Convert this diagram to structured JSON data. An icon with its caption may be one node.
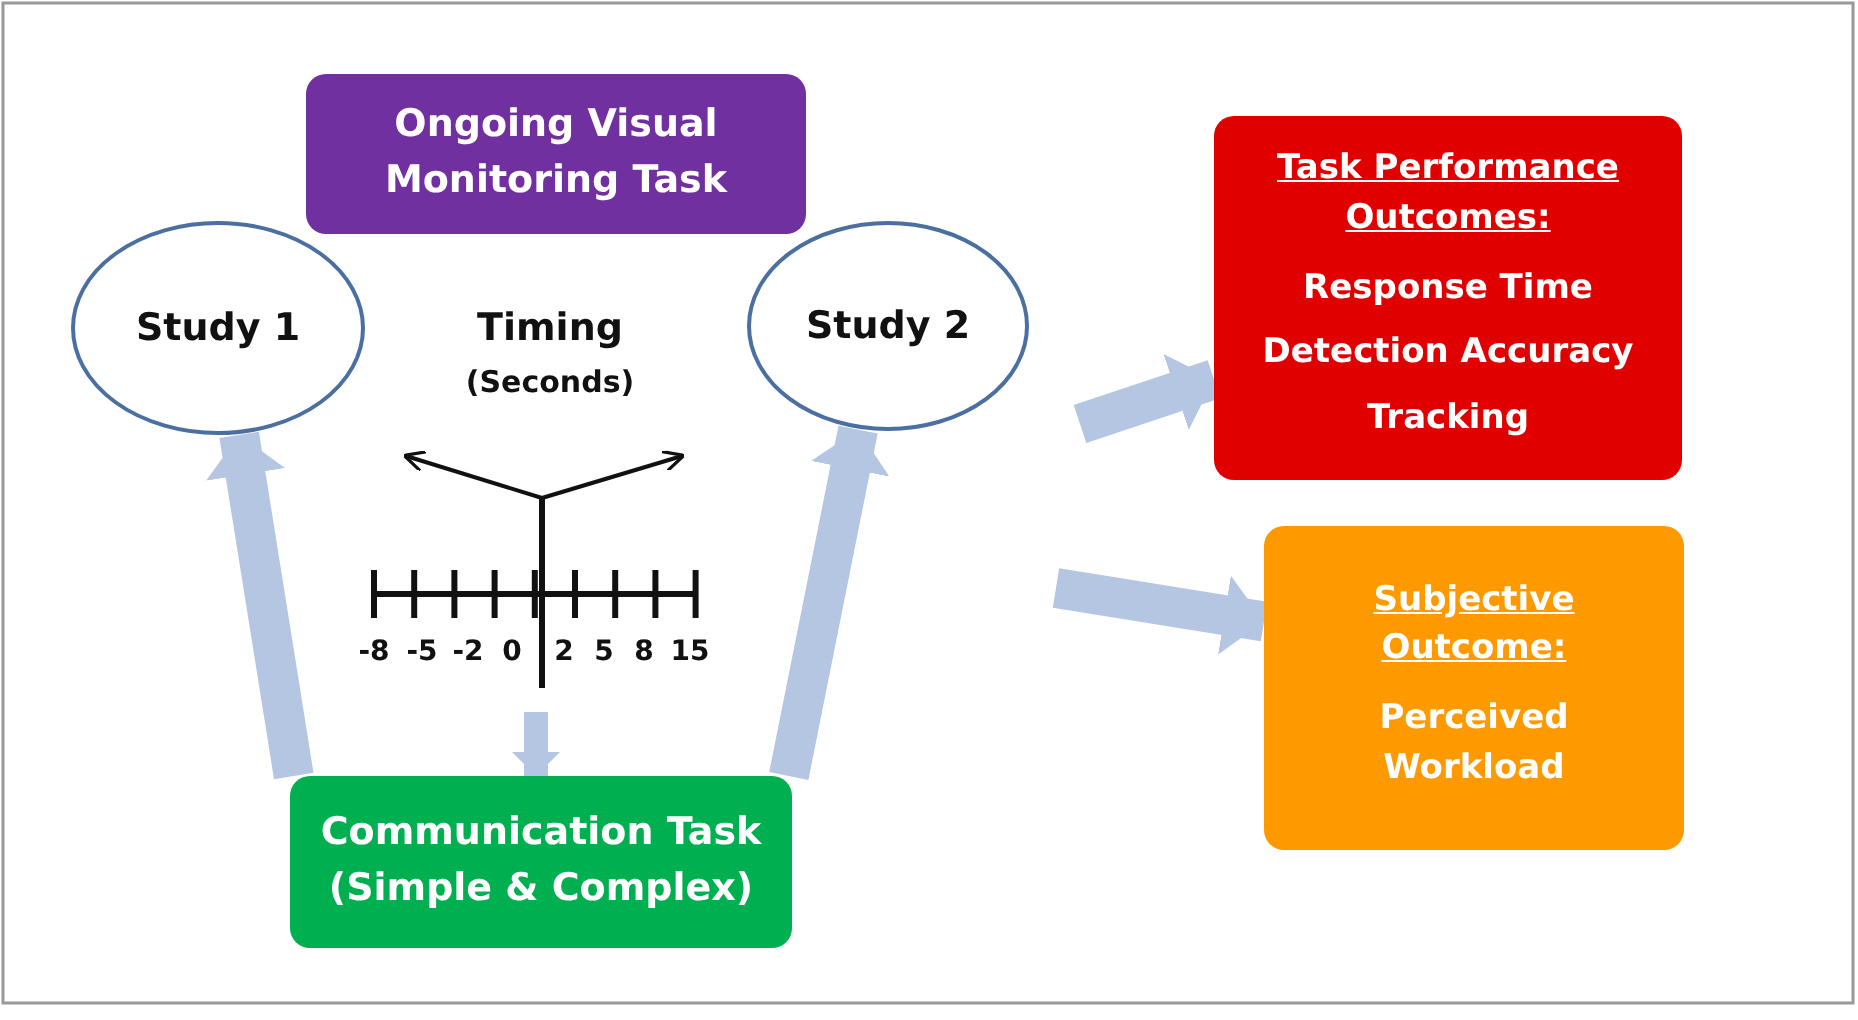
{
  "diagram": {
    "nodes": [
      {
        "text": [
          "Ongoing Visual Monitoring Task"
        ]
      },
      {
        "text": [
          "Study 1"
        ]
      },
      {
        "text": [
          "Study 2"
        ]
      },
      {
        "text": [
          "Task Performance Outcomes:",
          "Response Time",
          "Detection Accuracy",
          "Tracking"
        ]
      },
      {
        "text": [
          "Subjective Outcome:",
          "Perceived Workload"
        ]
      },
      {
        "text": [
          "Communication Task (Simple & Complex)"
        ]
      }
    ],
    "edges": [
      {
        "from": 5,
        "to": 1,
        "arrow": "to"
      },
      {
        "from": 5,
        "to": 2,
        "arrow": "to"
      },
      {
        "from": null,
        "to": 5,
        "arrow": "to"
      },
      {
        "from": null,
        "to": 3,
        "arrow": "to"
      },
      {
        "from": null,
        "to": 4,
        "arrow": "to"
      }
    ],
    "labels": [
      "Timing",
      "(Seconds)",
      "-8",
      "-5",
      "-2",
      "0",
      "2",
      "5",
      "8",
      "15"
    ]
  }
}
